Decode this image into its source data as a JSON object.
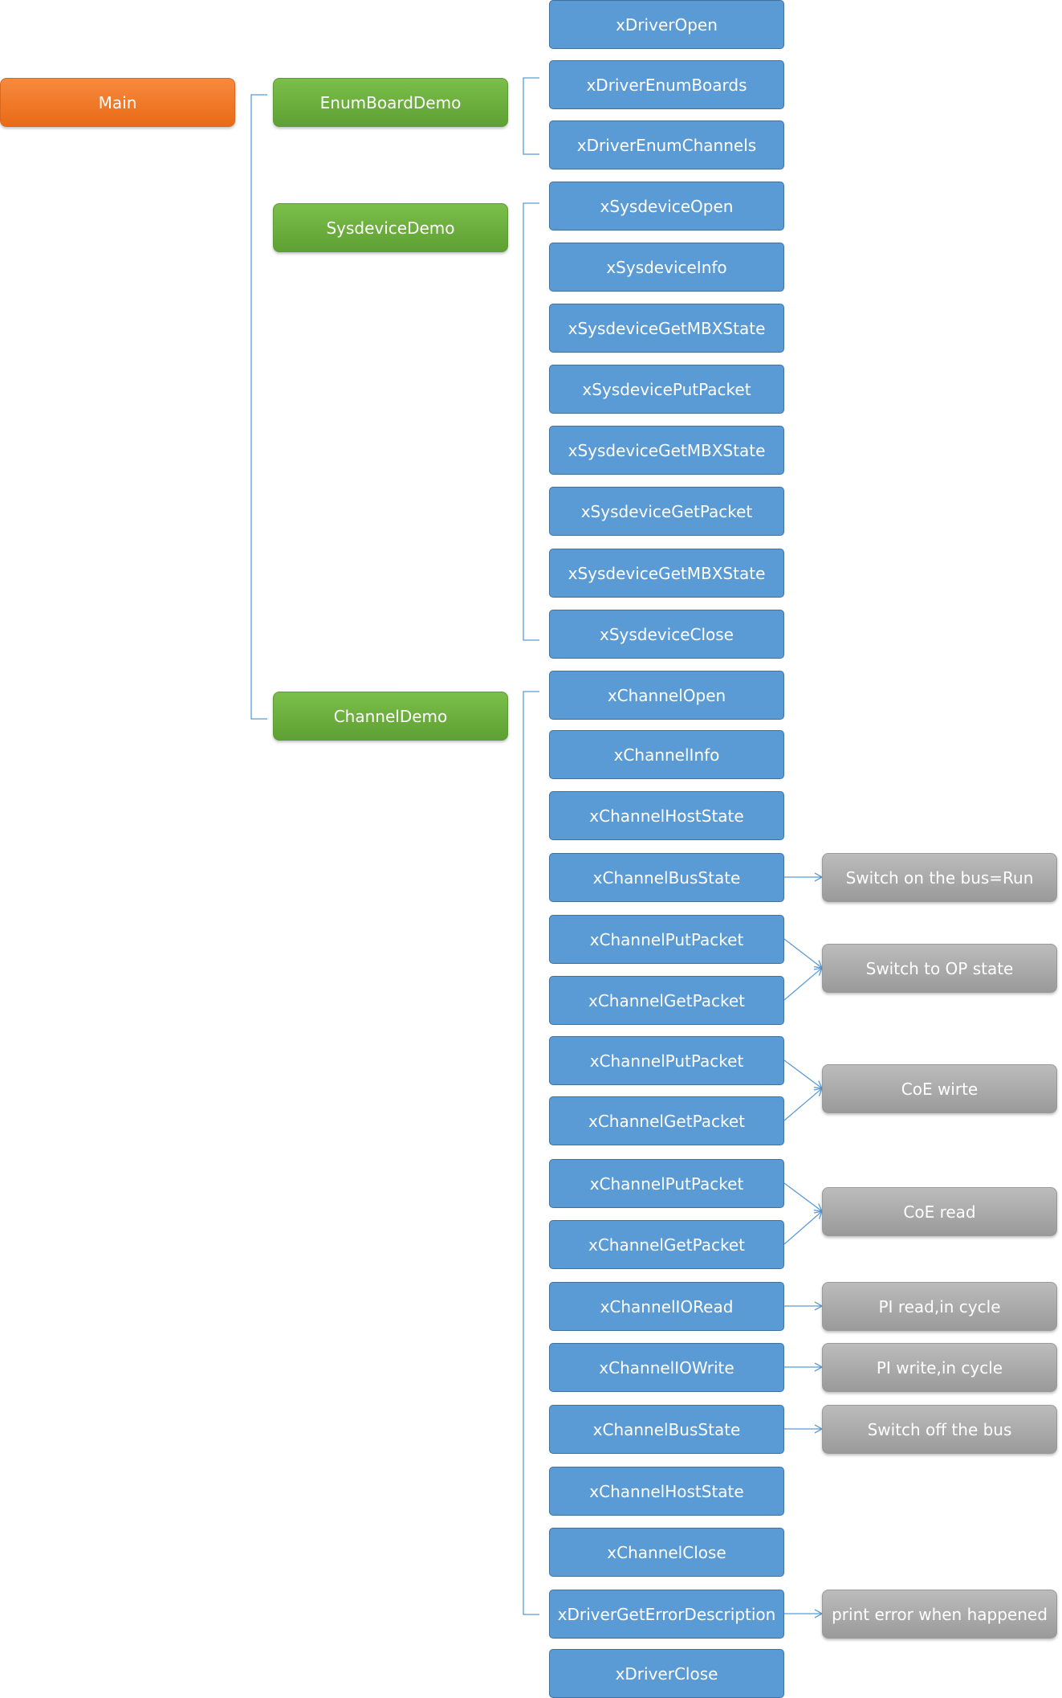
{
  "diagram": {
    "root": "Main",
    "demos": [
      "EnumBoardDemo",
      "SysdeviceDemo",
      "ChannelDemo"
    ],
    "functions": [
      "xDriverOpen",
      "xDriverEnumBoards",
      "xDriverEnumChannels",
      "xSysdeviceOpen",
      "xSysdeviceInfo",
      "xSysdeviceGetMBXState",
      "xSysdevicePutPacket",
      "xSysdeviceGetMBXState",
      "xSysdeviceGetPacket",
      "xSysdeviceGetMBXState",
      "xSysdeviceClose",
      "xChannelOpen",
      "xChannelInfo",
      "xChannelHostState",
      "xChannelBusState",
      "xChannelPutPacket",
      "xChannelGetPacket",
      "xChannelPutPacket",
      "xChannelGetPacket",
      "xChannelPutPacket",
      "xChannelGetPacket",
      "xChannelIORead",
      "xChannelIOWrite",
      "xChannelBusState",
      "xChannelHostState",
      "xChannelClose",
      "xDriverGetErrorDescription",
      "xDriverClose"
    ],
    "notes": [
      "Switch on the bus=Run",
      "Switch to OP state",
      "CoE wirte",
      "CoE read",
      "PI read,in cycle",
      "PI write,in cycle",
      "Switch off the bus",
      "print error when happened"
    ],
    "colors": {
      "root": "#ed7d31",
      "demo": "#70ad47",
      "function": "#5b9bd5",
      "note": "#a5a5a5",
      "connector": "#5b9bd5"
    }
  }
}
